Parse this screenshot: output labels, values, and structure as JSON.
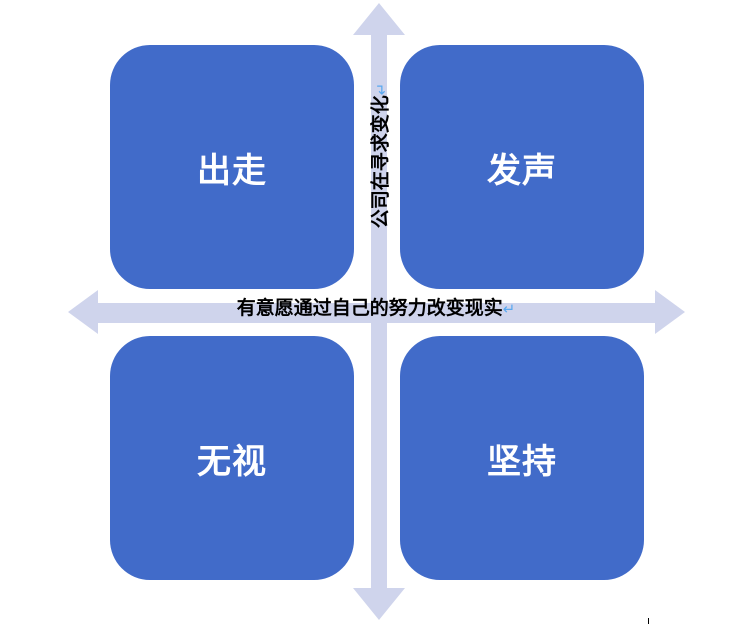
{
  "diagram": {
    "type": "2x2 quadrant matrix",
    "colors": {
      "box_fill": "#416bc9",
      "box_text": "#ffffff",
      "arrow_fill": "#cfd4ec",
      "label_text": "#000000",
      "paragraph_mark": "#5aa9f0"
    },
    "axes": {
      "horizontal_label": "有意愿通过自己的努力改变现实",
      "vertical_label": "公司在寻求变化",
      "paragraph_mark": "↵"
    },
    "quadrants": {
      "top_left": "出走",
      "top_right": "发声",
      "bottom_left": "无视",
      "bottom_right": "坚持"
    }
  }
}
